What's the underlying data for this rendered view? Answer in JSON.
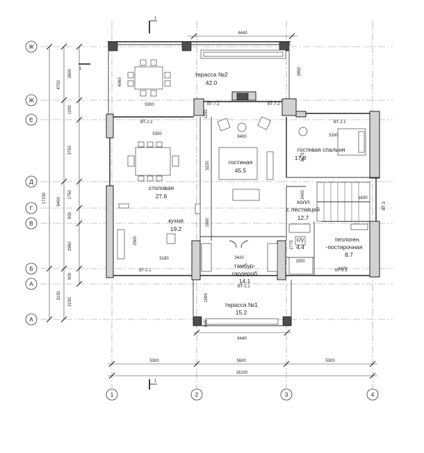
{
  "rows": [
    {
      "id": "row-zh2",
      "label": "Ж"
    },
    {
      "id": "row-zh1",
      "label": "Ж"
    },
    {
      "id": "row-e",
      "label": "Е"
    },
    {
      "id": "row-d",
      "label": "Д"
    },
    {
      "id": "row-g",
      "label": "Г"
    },
    {
      "id": "row-v",
      "label": "В"
    },
    {
      "id": "row-b",
      "label": "Б"
    },
    {
      "id": "row-a2",
      "label": "А"
    },
    {
      "id": "row-a1",
      "label": "А"
    }
  ],
  "columns": [
    "1",
    "2",
    "3",
    "4"
  ],
  "section_mark": "1",
  "rooms": {
    "terrace2": {
      "name": "терасса №2",
      "area": "42.0"
    },
    "living": {
      "name": "гостиная",
      "area": "45.5"
    },
    "guest": {
      "name": "гостевая спальня",
      "area": "17.8"
    },
    "dining": {
      "name": "столовая",
      "area": "27.6"
    },
    "kitchen": {
      "name": "кухня",
      "area": "19.2"
    },
    "hall": {
      "name": "холл",
      "name2": "с лестницей",
      "area": "12.7"
    },
    "wc": {
      "name": "с/у",
      "area": "4.4"
    },
    "boiler": {
      "name": "теплоген.",
      "name2": "-постирочная",
      "area": "8.7"
    },
    "vestibule": {
      "name": "тамбур-",
      "name2": "гардероб",
      "area": "14.1"
    },
    "terrace1": {
      "name": "терасса №1",
      "area": "15.2"
    }
  },
  "window_tags": {
    "vt71": "ВТ-7.1",
    "vt72": "ВТ-7.2",
    "vt22": "ВТ-2.2",
    "vt21a": "ВТ-2.1",
    "vt21b": "ВТ-2.1",
    "vt21c": "ВТ-2.1",
    "vt11": "ВТ-1.1",
    "vt3": "ВТ-3"
  },
  "dims": {
    "top_6440": "6440",
    "bot_6440": "6440",
    "s5300a": "5300",
    "s5600": "5600",
    "s5300b": "5300",
    "total": "16100",
    "v4700": "4700",
    "v3500": "3500",
    "v1200": "1200",
    "v3750": "3750",
    "v1750": "1750",
    "v900a": "900",
    "v2960": "2960",
    "v900b": "900",
    "v2230": "2230",
    "v17230": "17230",
    "v9400": "9400",
    "v3130": "3130",
    "i4060": "4060",
    "i5300a": "5300",
    "i2850": "2850",
    "i1250": "1250",
    "i5300b": "5300",
    "i9400": "9400",
    "i5160": "5160",
    "i3475": "3475",
    "i5220": "5220",
    "i2400": "2400",
    "i1630": "1630",
    "i1980": "1980",
    "i2500": "2500",
    "i5180": "5180",
    "i2775": "2775",
    "i1500": "1500",
    "i3420": "3420",
    "i3470": "3470",
    "i1590": "1590",
    "i905": "905"
  }
}
